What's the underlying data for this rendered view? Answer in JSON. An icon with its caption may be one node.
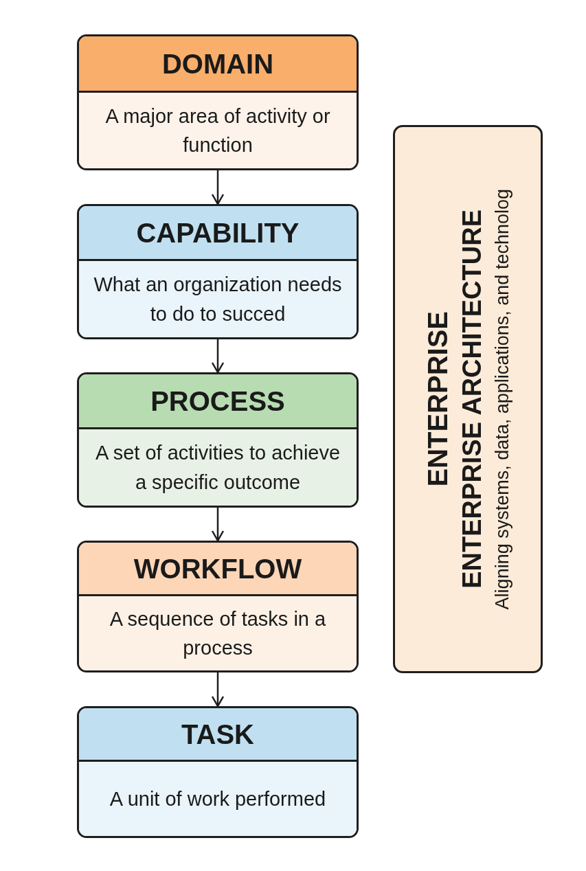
{
  "diagram": {
    "nodes": [
      {
        "text": [
          "DOMAIN",
          "A major area of activity or function"
        ]
      },
      {
        "text": [
          "CAPABILITY",
          "What an organization needs to do to succed"
        ]
      },
      {
        "text": [
          "PROCESS",
          "A set of activities to achieve a specific outcome"
        ]
      },
      {
        "text": [
          "WORKFLOW",
          "A sequence of tasks in a process"
        ]
      },
      {
        "text": [
          "TASK",
          "A unit of work performed"
        ]
      },
      {
        "text": [
          "ENTERPRISE",
          "ENTERPRISE ARCHITECTURE",
          "Aligning systems, data, applications, and technolog"
        ]
      }
    ],
    "edges": [
      {
        "from": 0,
        "to": 1,
        "arrow": "to"
      },
      {
        "from": 1,
        "to": 2,
        "arrow": "to"
      },
      {
        "from": 2,
        "to": 3,
        "arrow": "to"
      },
      {
        "from": 3,
        "to": 4,
        "arrow": "to"
      }
    ]
  }
}
